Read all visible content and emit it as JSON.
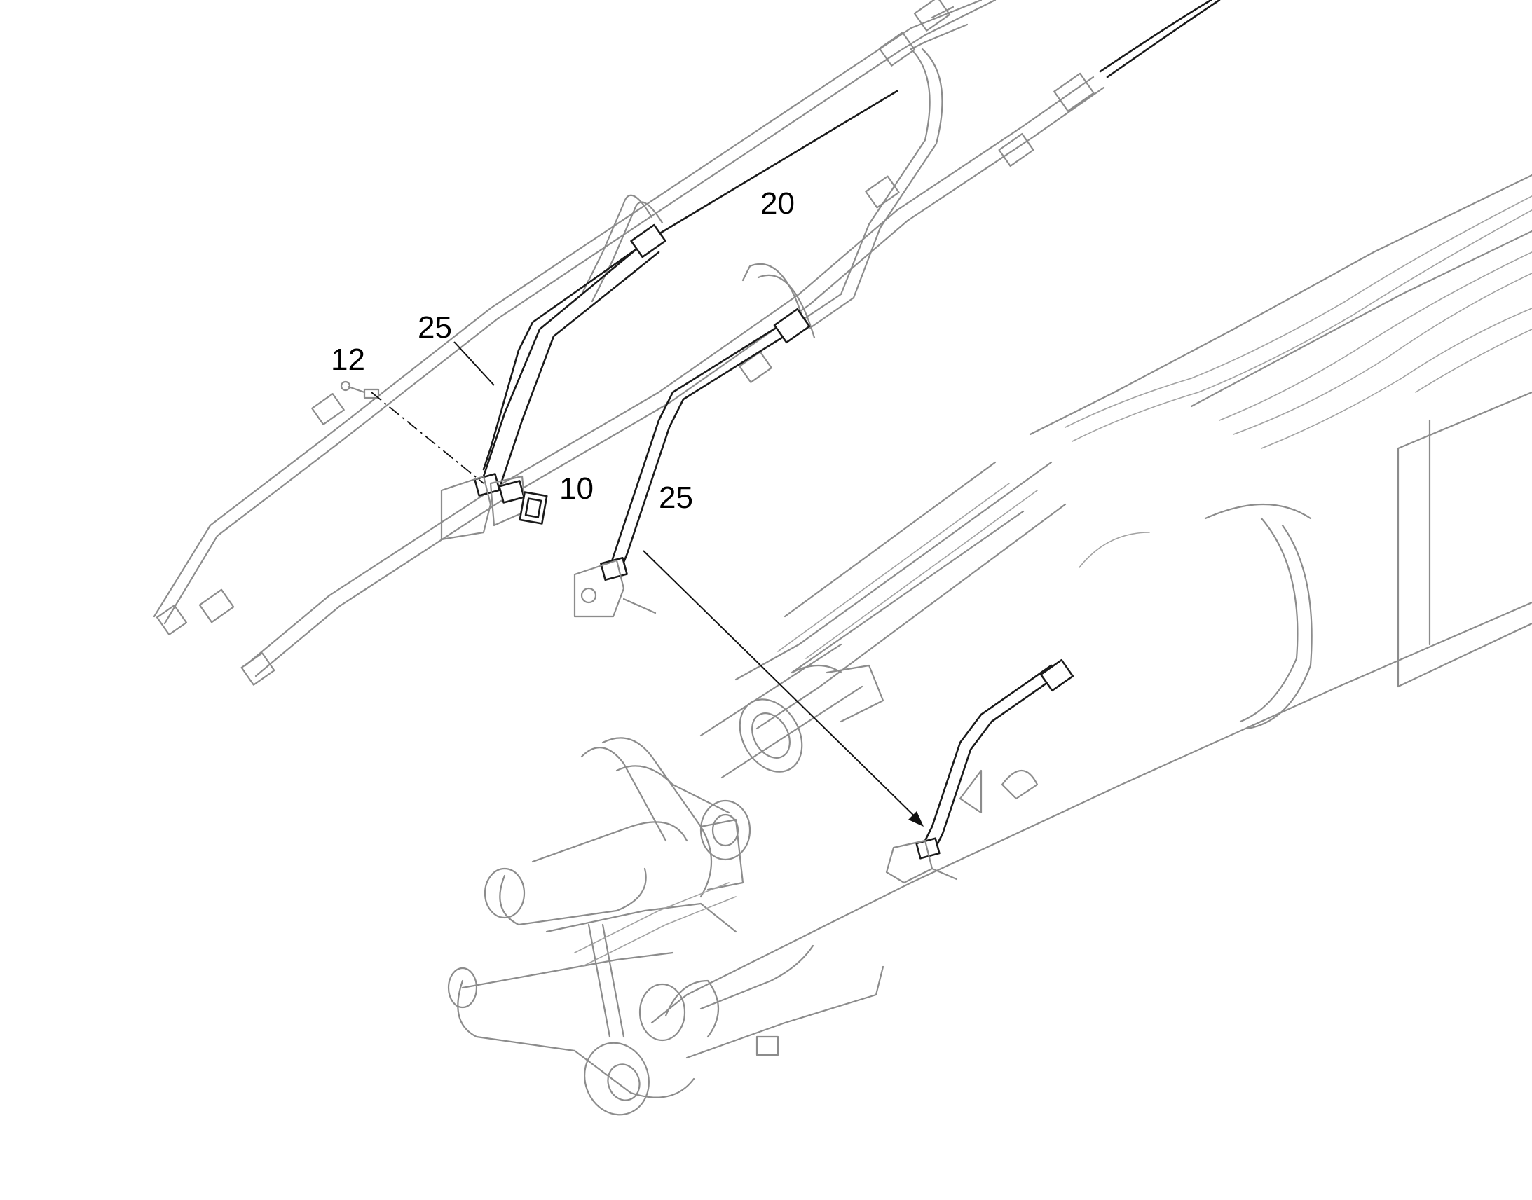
{
  "callouts": [
    {
      "id": "c20",
      "text": "20"
    },
    {
      "id": "c25a",
      "text": "25"
    },
    {
      "id": "c12",
      "text": "12"
    },
    {
      "id": "c10",
      "text": "10"
    },
    {
      "id": "c25b",
      "text": "25"
    }
  ]
}
